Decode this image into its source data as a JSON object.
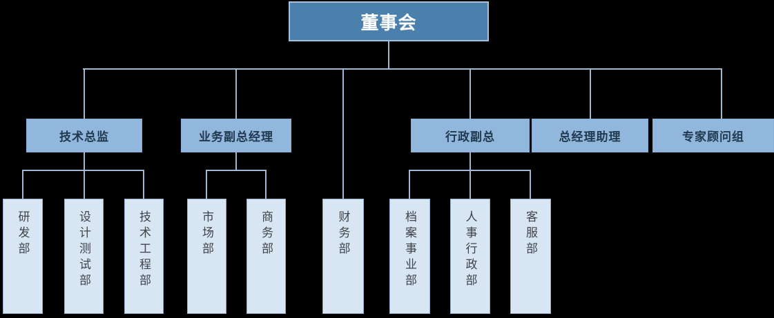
{
  "org_chart": {
    "root": {
      "label": "董事会"
    },
    "level2": [
      {
        "id": "tech-director",
        "label": "技术总监"
      },
      {
        "id": "business-deputy-gm",
        "label": "业务副总经理"
      },
      {
        "id": "admin-deputy-gm",
        "label": "行政副总"
      },
      {
        "id": "gm-assistant",
        "label": "总经理助理"
      },
      {
        "id": "expert-advisory-group",
        "label": "专家顾问组"
      }
    ],
    "level3": [
      {
        "id": "rd-dept",
        "label": "研发部"
      },
      {
        "id": "design-testing-dept",
        "label": "设计测试部"
      },
      {
        "id": "tech-engineering-dept",
        "label": "技术工程部"
      },
      {
        "id": "marketing-dept",
        "label": "市场部"
      },
      {
        "id": "business-dept",
        "label": "商务部"
      },
      {
        "id": "finance-dept",
        "label": "财务部"
      },
      {
        "id": "archives-dept",
        "label": "档案事业部"
      },
      {
        "id": "hr-admin-dept",
        "label": "人事行政部"
      },
      {
        "id": "customer-service-dept",
        "label": "客服部"
      }
    ]
  },
  "colors": {
    "background": "#000000",
    "root_fill": "#4C80AC",
    "root_border": "#A6C2DD",
    "root_text": "#FFFFFF",
    "level2_fill": "#92B7DC",
    "level2_border": "#88B0D8",
    "level2_text": "#20394F",
    "level3_fill": "#D8E5F3",
    "level3_border": "#94AECB",
    "level3_text": "#404349",
    "connector": "#9FBAD4"
  }
}
